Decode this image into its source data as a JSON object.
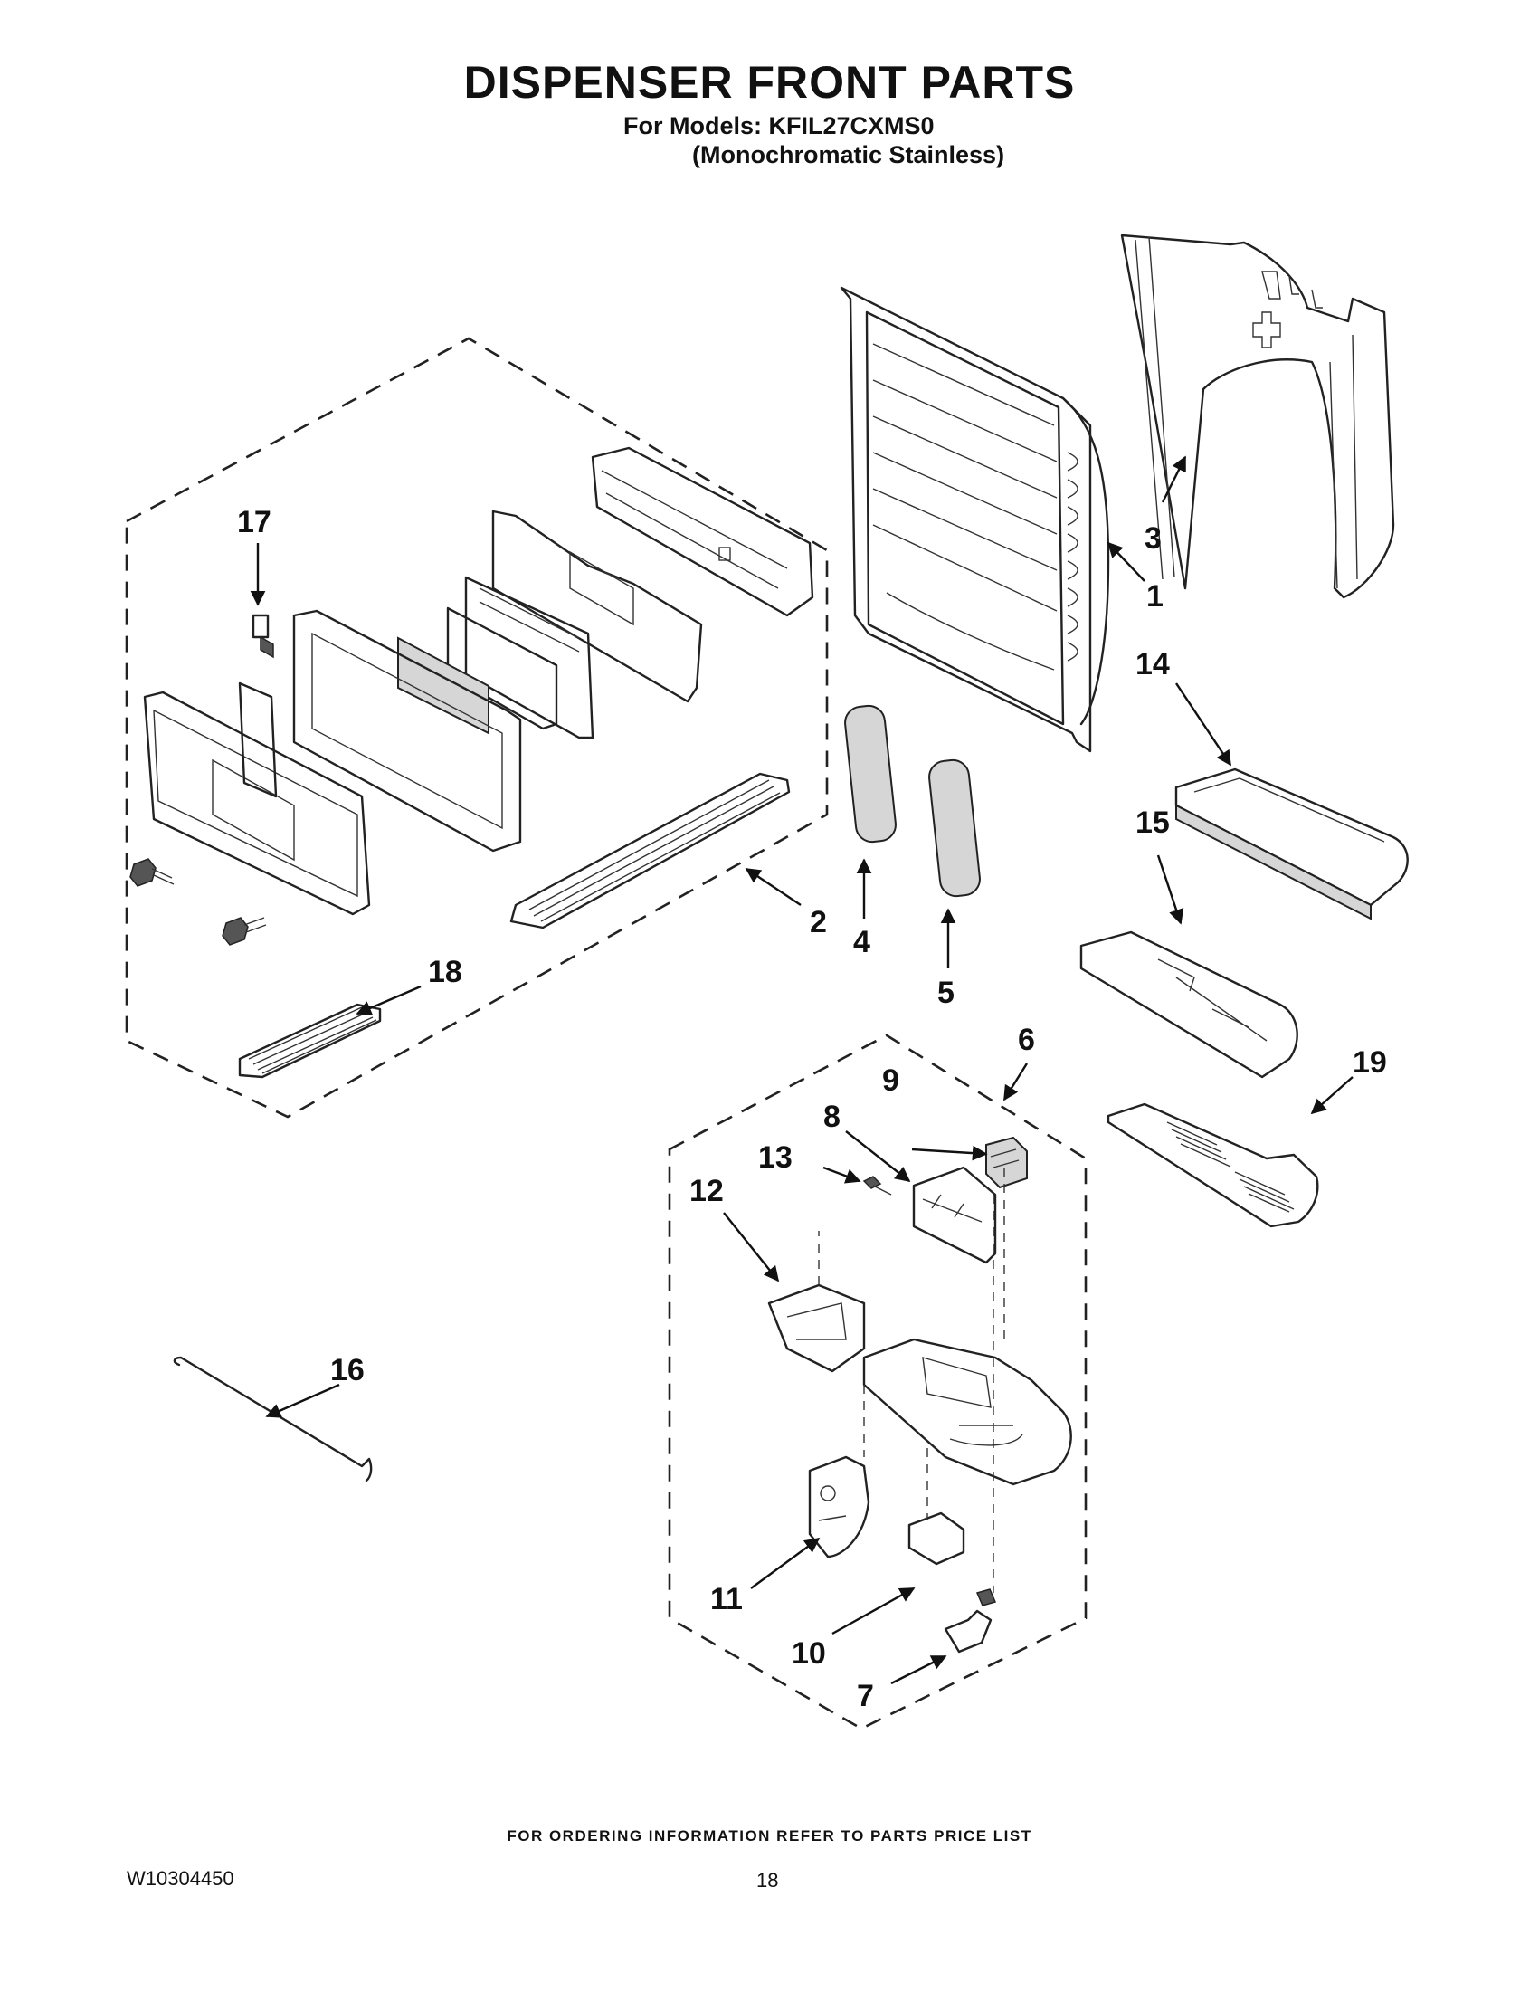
{
  "header": {
    "title": "DISPENSER FRONT PARTS",
    "models_line": "For Models: KFIL27CXMS0",
    "finish_line": "(Monochromatic Stainless)"
  },
  "callouts": [
    "1",
    "2",
    "3",
    "4",
    "5",
    "6",
    "7",
    "8",
    "9",
    "10",
    "11",
    "12",
    "13",
    "14",
    "15",
    "16",
    "17",
    "18",
    "19"
  ],
  "footer": {
    "ordering_note": "FOR ORDERING INFORMATION REFER TO PARTS PRICE LIST",
    "document_number": "W10304450",
    "page_number": "18"
  }
}
